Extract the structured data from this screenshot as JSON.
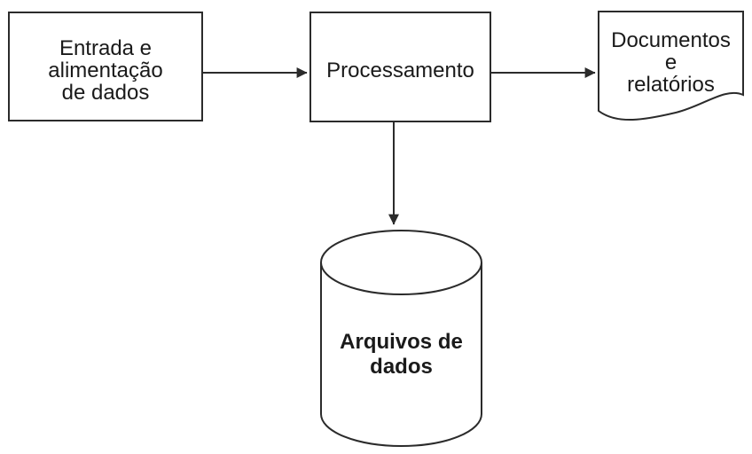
{
  "colors": {
    "background": "#ffffff",
    "shape_fill": "#ffffff",
    "stroke": "#2b2b2b",
    "text": "#1a1a1a"
  },
  "diagram": {
    "type": "flowchart",
    "nodes": [
      {
        "id": "entrada",
        "shape": "process-rectangle",
        "label_lines": [
          "Entrada e",
          "alimentação",
          "de dados"
        ]
      },
      {
        "id": "processamento",
        "shape": "process-rectangle",
        "label_lines": [
          "Processamento"
        ]
      },
      {
        "id": "documentos",
        "shape": "document",
        "label_lines": [
          "Documentos",
          "e",
          "relatórios"
        ]
      },
      {
        "id": "arquivos",
        "shape": "database-cylinder",
        "label_lines": [
          "Arquivos de",
          "dados"
        ]
      }
    ],
    "edges": [
      {
        "from": "entrada",
        "to": "processamento",
        "direction": "right"
      },
      {
        "from": "processamento",
        "to": "documentos",
        "direction": "right"
      },
      {
        "from": "processamento",
        "to": "arquivos",
        "direction": "down"
      }
    ]
  }
}
